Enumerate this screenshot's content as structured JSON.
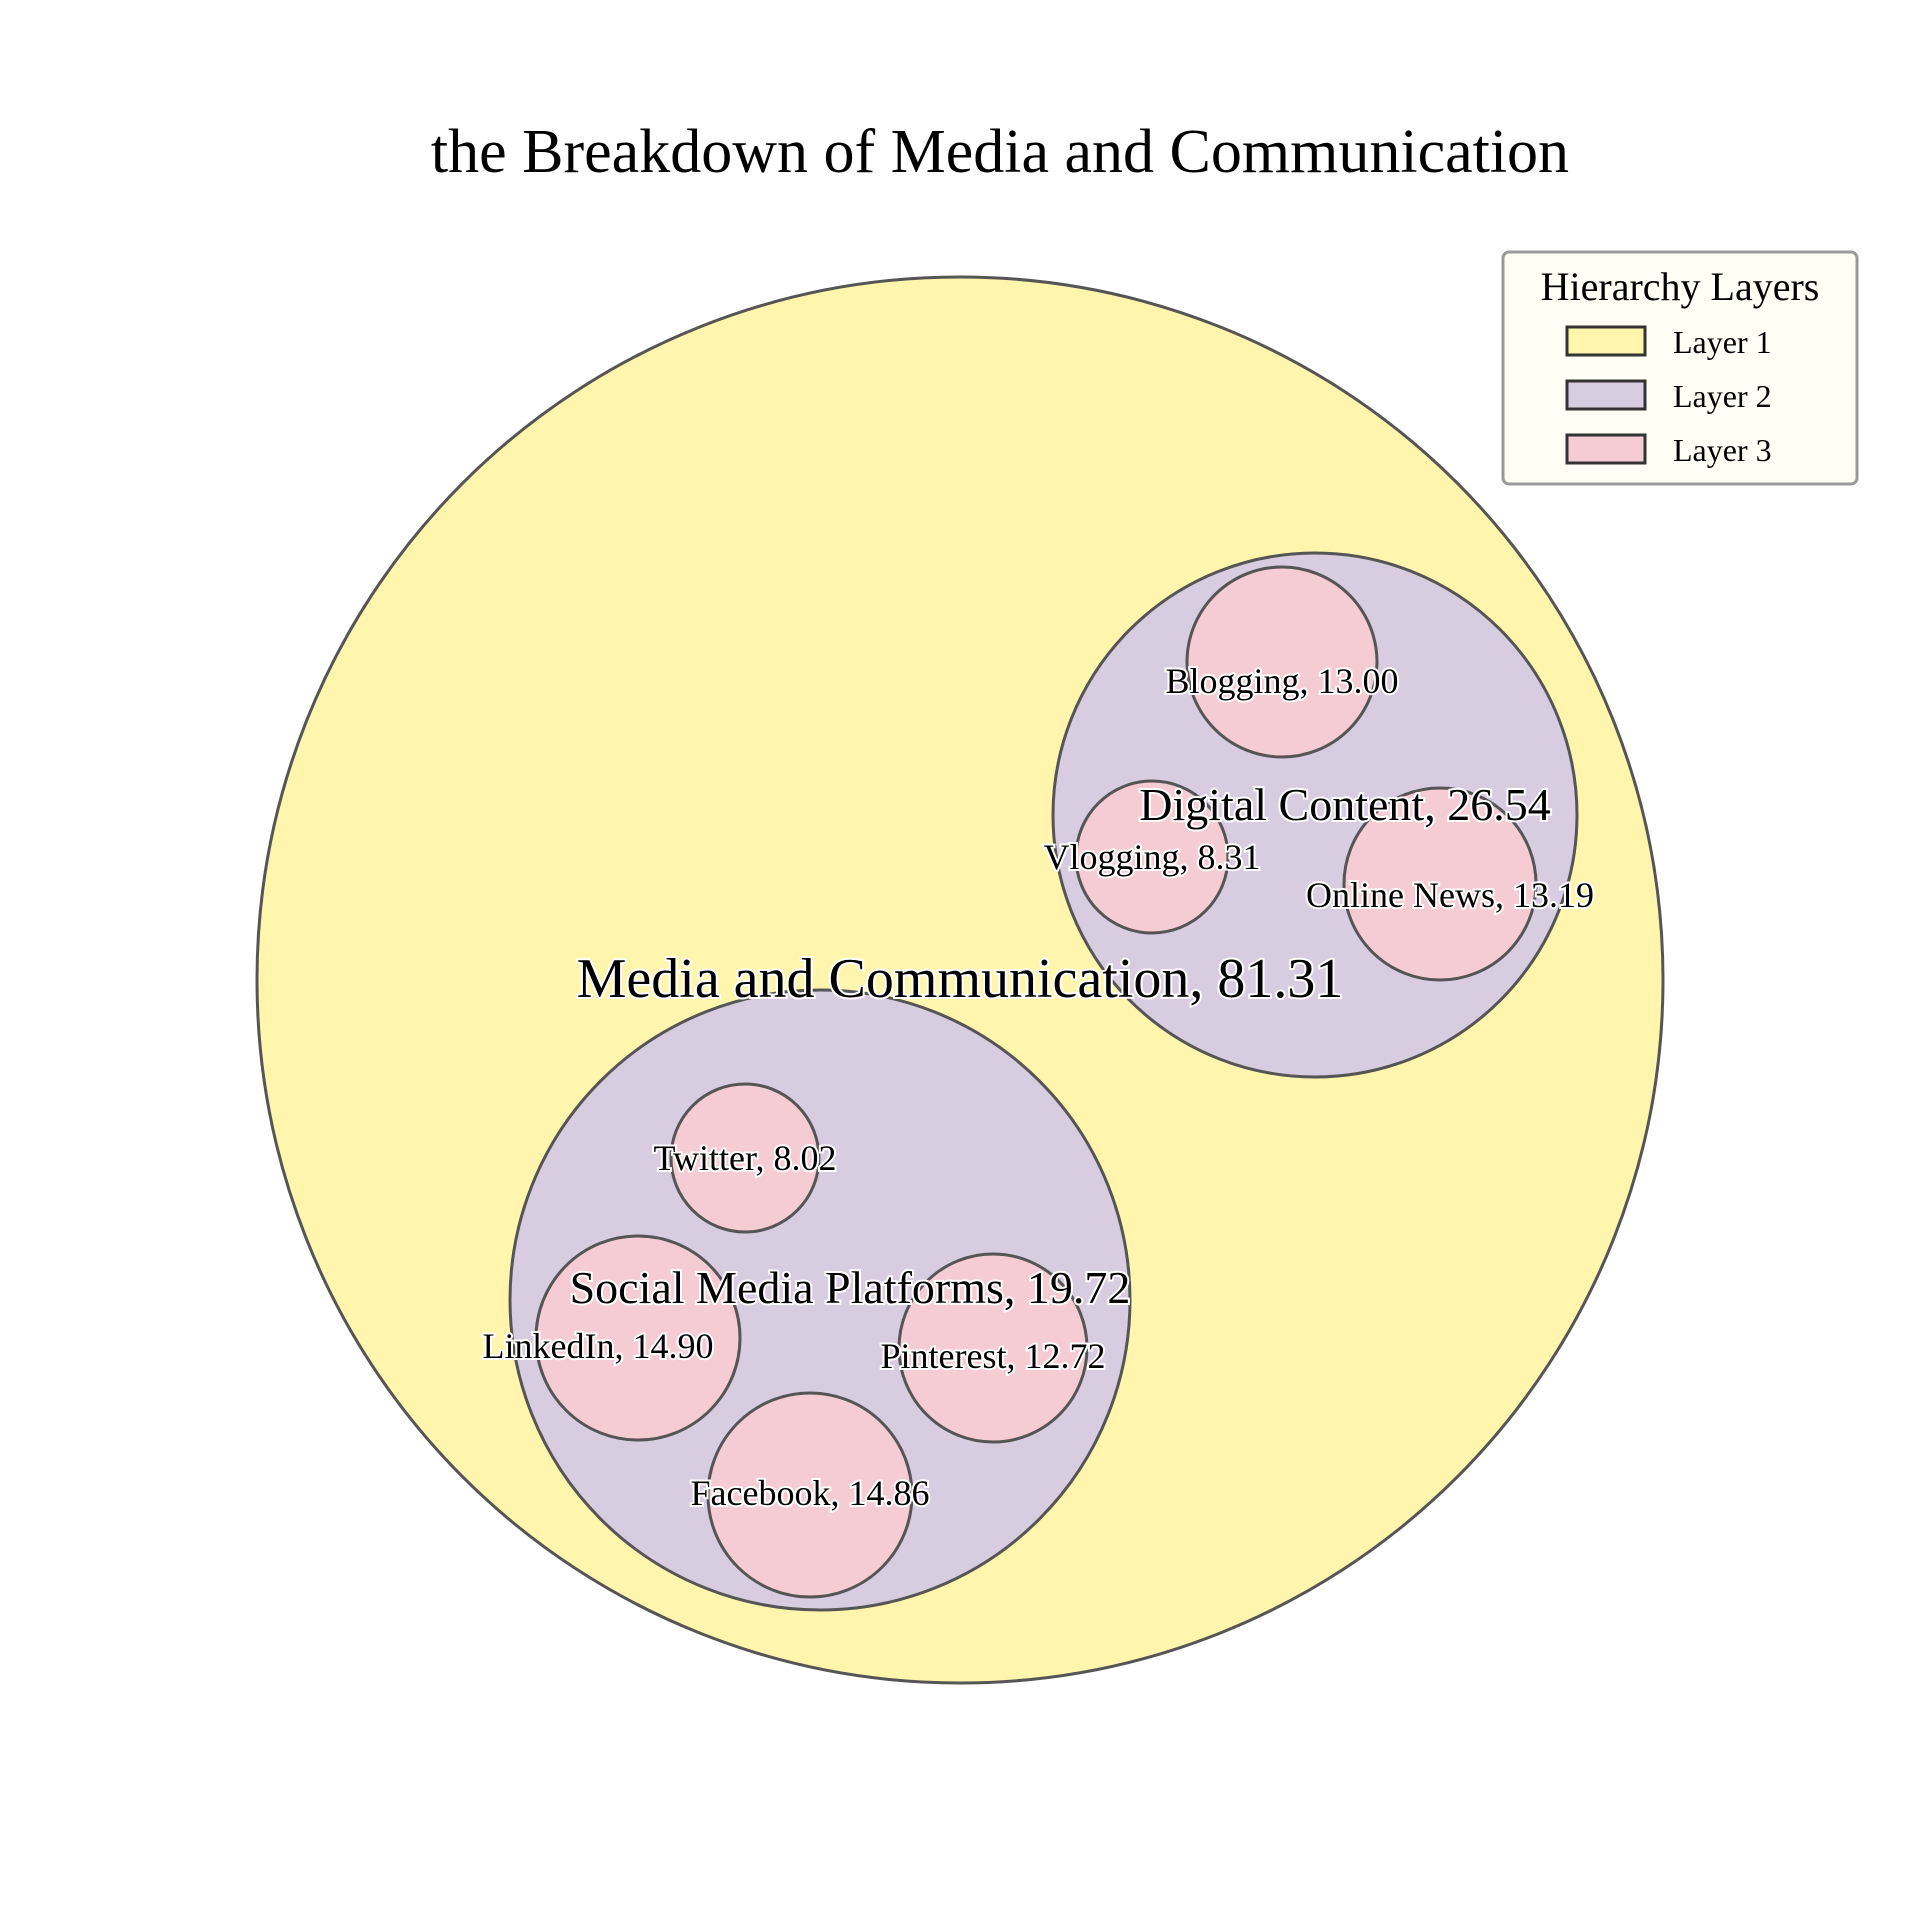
{
  "chart_data": {
    "type": "circle-packing",
    "title": "the Breakdown of Media and Communication",
    "root": {
      "name": "Media and Communication",
      "value": 81.31,
      "label": "Media and Communication, 81.31",
      "children": [
        {
          "name": "Digital Content",
          "value": 26.54,
          "label": "Digital Content, 26.54",
          "children": [
            {
              "name": "Blogging",
              "value": 13.0,
              "label": "Blogging, 13.00"
            },
            {
              "name": "Vlogging",
              "value": 8.31,
              "label": "Vlogging, 8.31"
            },
            {
              "name": "Online News",
              "value": 13.19,
              "label": "Online News, 13.19"
            }
          ]
        },
        {
          "name": "Social Media Platforms",
          "value": 19.72,
          "label": "Social Media Platforms, 19.72",
          "children": [
            {
              "name": "Twitter",
              "value": 8.02,
              "label": "Twitter, 8.02"
            },
            {
              "name": "LinkedIn",
              "value": 14.9,
              "label": "LinkedIn, 14.90"
            },
            {
              "name": "Pinterest",
              "value": 12.72,
              "label": "Pinterest, 12.72"
            },
            {
              "name": "Facebook",
              "value": 14.86,
              "label": "Facebook, 14.86"
            }
          ]
        }
      ]
    },
    "legend": {
      "title": "Hierarchy Layers",
      "position": "top-right",
      "items": [
        {
          "label": "Layer 1",
          "color": "#fff5ad"
        },
        {
          "label": "Layer 2",
          "color": "#d8cce0"
        },
        {
          "label": "Layer 3",
          "color": "#f5ccd4"
        }
      ]
    },
    "colors": {
      "layer1": "#fff5ad",
      "layer2": "#d8cce0",
      "layer3": "#f5ccd4",
      "edge": "#555555"
    }
  }
}
